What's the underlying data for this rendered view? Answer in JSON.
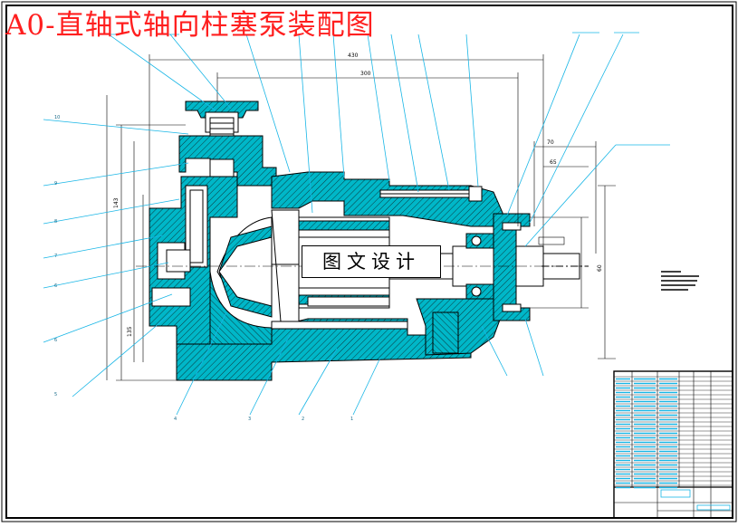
{
  "drawing": {
    "title": "A0-直轴式轴向柱塞泵装配图",
    "watermark": "图文设计",
    "dimensions": {
      "d430": "430",
      "d300": "300",
      "d70": "70",
      "d65": "65",
      "d143": "143",
      "d135": "135",
      "d60": "60"
    },
    "balloons_left": [
      "10",
      "9",
      "8",
      "7",
      "6",
      "6",
      "5"
    ],
    "balloons_bottom": [
      "4",
      "3",
      "2",
      "1"
    ]
  },
  "colors": {
    "cut_fill": "#00b7c8",
    "hatch": "#1a1a1a",
    "leader": "#19b6e6",
    "title": "#ff1f1f",
    "frame": "#000000"
  }
}
